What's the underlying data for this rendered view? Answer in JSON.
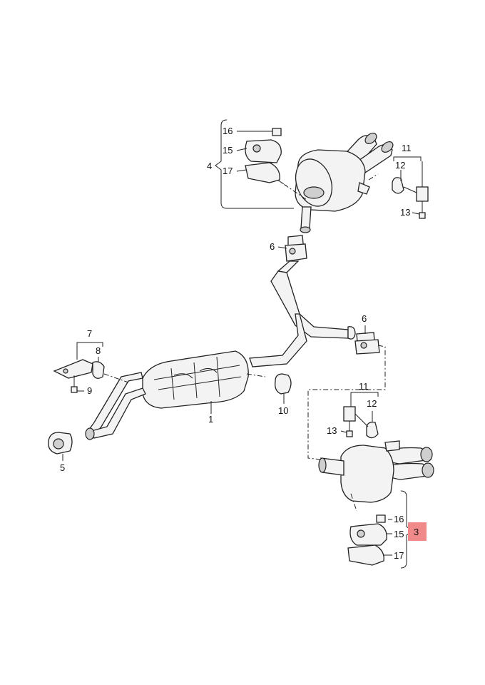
{
  "diagram": {
    "callouts": {
      "c1": "1",
      "c3": "3",
      "c4": "4",
      "c5": "5",
      "c6a": "6",
      "c6b": "6",
      "c7": "7",
      "c8": "8",
      "c9": "9",
      "c10": "10",
      "c11a": "11",
      "c11b": "11",
      "c12a": "12",
      "c12b": "12",
      "c13a": "13",
      "c13b": "13",
      "c15a": "15",
      "c15b": "15",
      "c16a": "16",
      "c16b": "16",
      "c17a": "17",
      "c17b": "17"
    },
    "highlighted_callout": "3",
    "highlight_color": "#f08a8a"
  }
}
